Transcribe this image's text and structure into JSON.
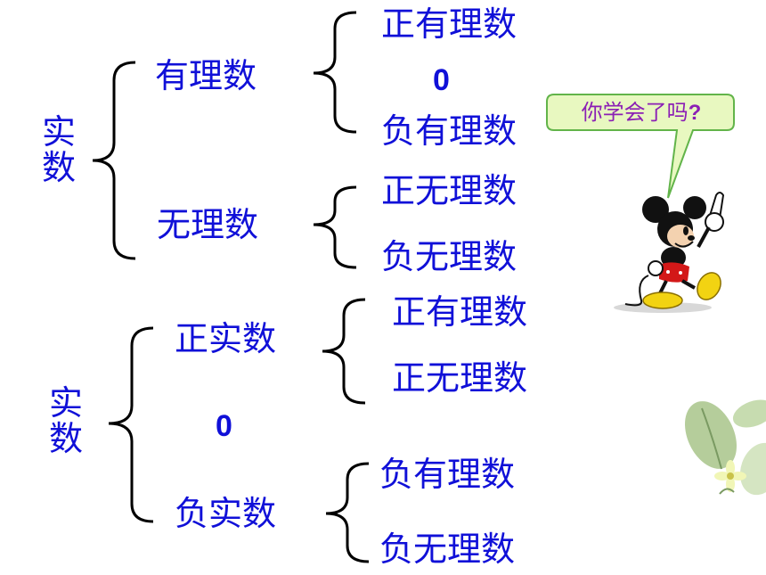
{
  "classification_by_definition": {
    "root": "实数",
    "rational": {
      "label": "有理数",
      "children": [
        "正有理数",
        "0",
        "负有理数"
      ]
    },
    "irrational": {
      "label": "无理数",
      "children": [
        "正无理数",
        "负无理数"
      ]
    }
  },
  "classification_by_sign": {
    "root": "实数",
    "positive": {
      "label": "正实数",
      "children": [
        "正有理数",
        "正无理数"
      ]
    },
    "zero": "0",
    "negative": {
      "label": "负实数",
      "children": [
        "负有理数",
        "负无理数"
      ]
    }
  },
  "speech_bubble": {
    "text": "你学会了吗",
    "punct": "?"
  },
  "colors": {
    "text": "#1010d8",
    "brace": "#000000",
    "bubble_fill": "#e8f8c0",
    "bubble_border": "#62b44a",
    "bubble_text": "#8b1fb5"
  }
}
